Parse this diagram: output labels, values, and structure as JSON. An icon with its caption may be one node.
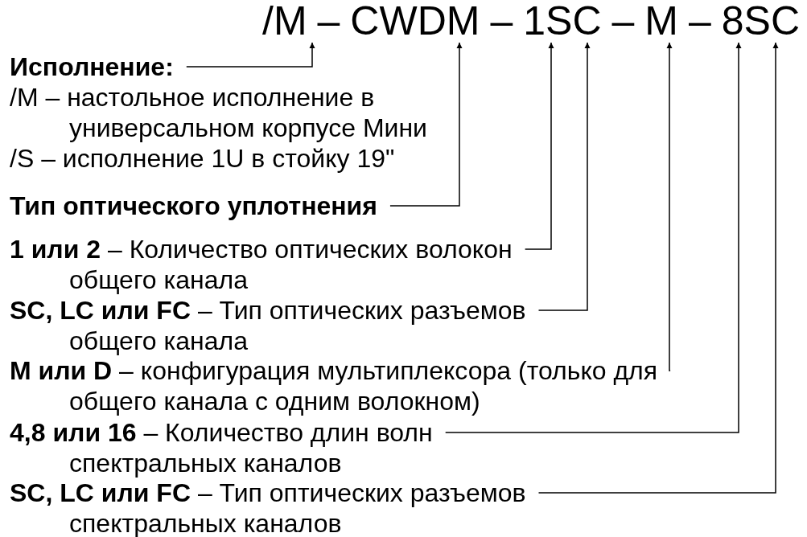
{
  "diagram": {
    "nodes": [
      {
        "text": [
          "Исполнение:",
          "/M – настольное исполнение в универсальном корпусе Мини",
          "/S – исполнение 1U в стойку 19\""
        ]
      },
      {
        "text": [
          "Тип оптического уплотнения"
        ]
      },
      {
        "text": [
          "**1 или 2** – Количество оптических волокон общего канала"
        ]
      },
      {
        "text": [
          "**SC, LC или FC** – Тип оптических разъемов общего канала"
        ]
      },
      {
        "text": [
          "**M или D** – конфигурация мультиплексора (только для общего канала с одним волокном)"
        ]
      },
      {
        "text": [
          "**4,8 или 16** – Количество длин волн спектральных каналов"
        ]
      },
      {
        "text": [
          "**SC, LC или FC** – Тип оптических разъемов спектральных каналов"
        ]
      },
      {
        "text": [
          "/M"
        ]
      },
      {
        "text": [
          "CWDM"
        ]
      },
      {
        "text": [
          "1"
        ]
      },
      {
        "text": [
          "SC"
        ]
      },
      {
        "text": [
          "M"
        ]
      },
      {
        "text": [
          "8"
        ]
      },
      {
        "text": [
          "SC"
        ]
      }
    ],
    "edges": [
      {
        "from": 0,
        "to": 7,
        "arrow": "to"
      },
      {
        "from": 1,
        "to": 8,
        "arrow": "to"
      },
      {
        "from": 2,
        "to": 9,
        "arrow": "to"
      },
      {
        "from": 3,
        "to": 10,
        "arrow": "to"
      },
      {
        "from": 4,
        "to": 11,
        "arrow": "to"
      },
      {
        "from": 5,
        "to": 12,
        "arrow": "to"
      },
      {
        "from": 6,
        "to": 13,
        "arrow": "to"
      }
    ],
    "labels": [
      "–",
      "–",
      "–",
      "–"
    ]
  }
}
